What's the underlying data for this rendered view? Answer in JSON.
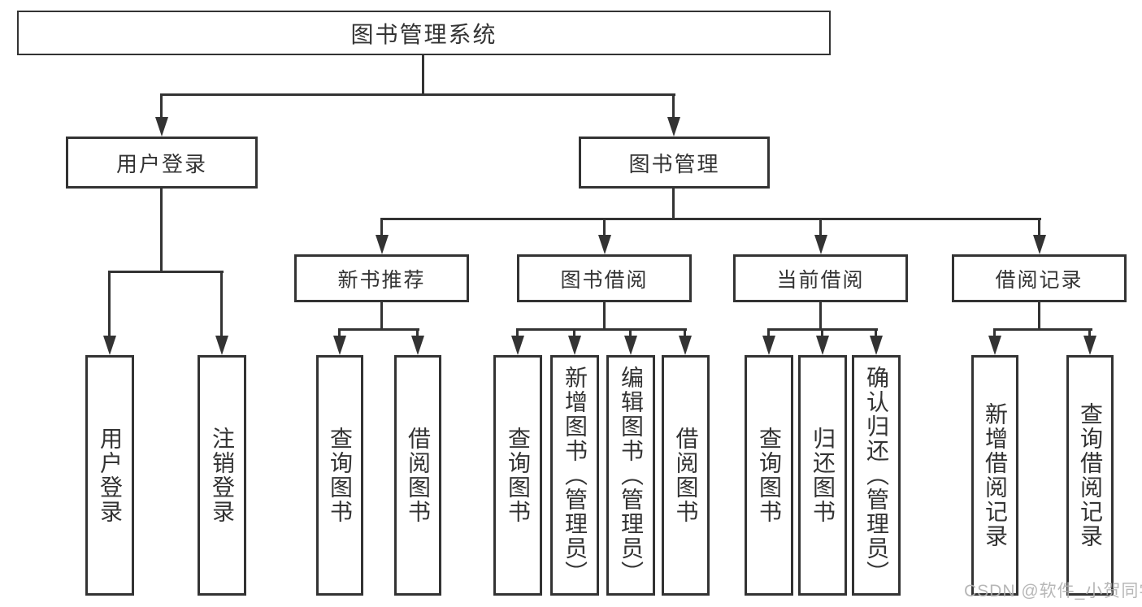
{
  "diagram": {
    "type": "hierarchy-tree",
    "root": {
      "label": "图书管理系统"
    },
    "level2": [
      {
        "id": "user-login",
        "label": "用户登录"
      },
      {
        "id": "book-management",
        "label": "图书管理"
      }
    ],
    "level3": [
      {
        "id": "new-book-recommend",
        "label": "新书推荐",
        "parent": "图书管理"
      },
      {
        "id": "book-borrowing",
        "label": "图书借阅",
        "parent": "图书管理"
      },
      {
        "id": "current-borrowing",
        "label": "当前借阅",
        "parent": "图书管理"
      },
      {
        "id": "borrowing-records",
        "label": "借阅记录",
        "parent": "图书管理"
      }
    ],
    "leaves": {
      "user_login": [
        "用户登录",
        "注销登录"
      ],
      "new_book_recommend": [
        "查询图书",
        "借阅图书"
      ],
      "book_borrowing": [
        "查询图书",
        "新增图书（管理员）",
        "编辑图书（管理员）",
        "借阅图书"
      ],
      "current_borrowing": [
        "查询图书",
        "归还图书",
        "确认归还（管理员）"
      ],
      "borrowing_records": [
        "新增借阅记录",
        "查询借阅记录"
      ]
    }
  },
  "watermark": "CSDN @软件_小贺同学",
  "colors": {
    "line": "#333333",
    "box_border": "#333333",
    "text": "#333333",
    "background": "#ffffff",
    "watermark": "#b0b0b0"
  }
}
